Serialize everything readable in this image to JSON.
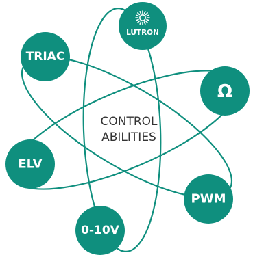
{
  "colors": {
    "teal": "#0f8f7e",
    "orbit": "#0f8f7e",
    "node_text": "#ffffff",
    "center_text": "#333333"
  },
  "center": {
    "line1": "CONTROL",
    "line2": "ABILITIES"
  },
  "nodes": {
    "lutron": {
      "label": "LUTRON",
      "icon": "lutron-sunburst-logo"
    },
    "triac": {
      "label": "TRIAC"
    },
    "ohm": {
      "label": "Ω"
    },
    "elv": {
      "label": "ELV"
    },
    "pwm": {
      "label": "PWM"
    },
    "zero_ten_v": {
      "label": "0-10V"
    }
  }
}
